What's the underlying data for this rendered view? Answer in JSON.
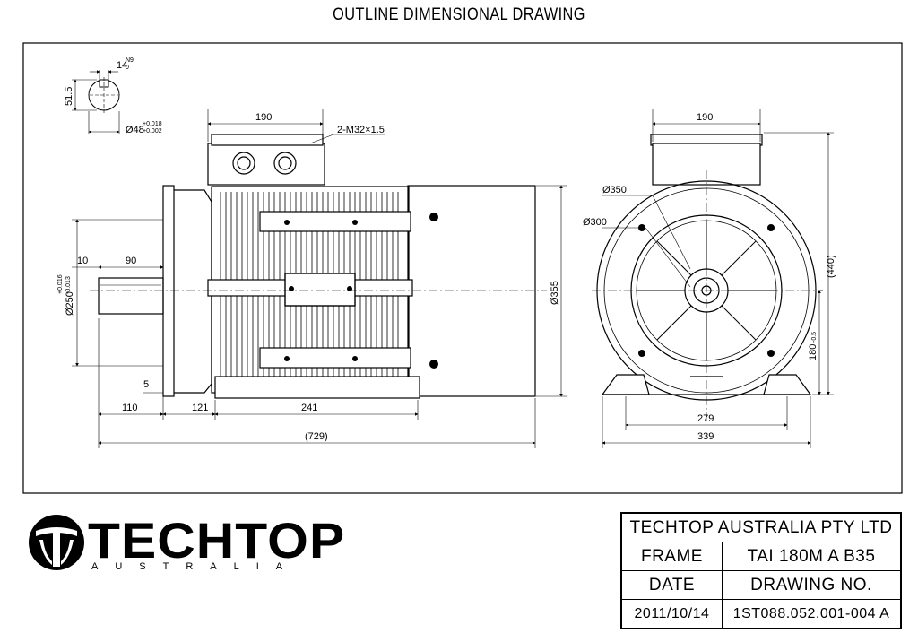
{
  "page_title": "OUTLINE DIMENSIONAL DRAWING",
  "dims": {
    "key_width": "14",
    "key_tol": "N9",
    "key_tol2": "0",
    "key_height": "51.5",
    "shaft_dia": "Ø48",
    "shaft_tol_upper": "+0.018",
    "shaft_tol_lower": "+0.002",
    "tb_width_side": "190",
    "cable_gland": "2-M32×1.5",
    "flange_offset": "10",
    "shaft_len": "90",
    "spigot_dia": "Ø250",
    "spigot_tol_upper": "+0.016",
    "spigot_tol_lower": "-0.013",
    "flange_thk": "5",
    "dim_110": "110",
    "dim_121": "121",
    "dim_241": "241",
    "overall_len": "(729)",
    "flange_dia": "Ø355",
    "tb_width_front": "190",
    "pcd_350": "Ø350",
    "dia_300": "Ø300",
    "overall_height": "(440)",
    "shaft_height": "180",
    "shaft_height_tol": "-0.5",
    "foot_spacing": "279",
    "base_width": "339"
  },
  "logo": {
    "word": "TECHTOP",
    "sub": "AUSTRALIA"
  },
  "title_block": {
    "company": "TECHTOP AUSTRALIA PTY LTD",
    "frame_label": "FRAME",
    "frame_value": "TAI 180M A B35",
    "date_label": "DATE",
    "drawing_no_label": "DRAWING NO.",
    "date_value": "2011/10/14",
    "drawing_no_value": "1ST088.052.001-004 A"
  }
}
